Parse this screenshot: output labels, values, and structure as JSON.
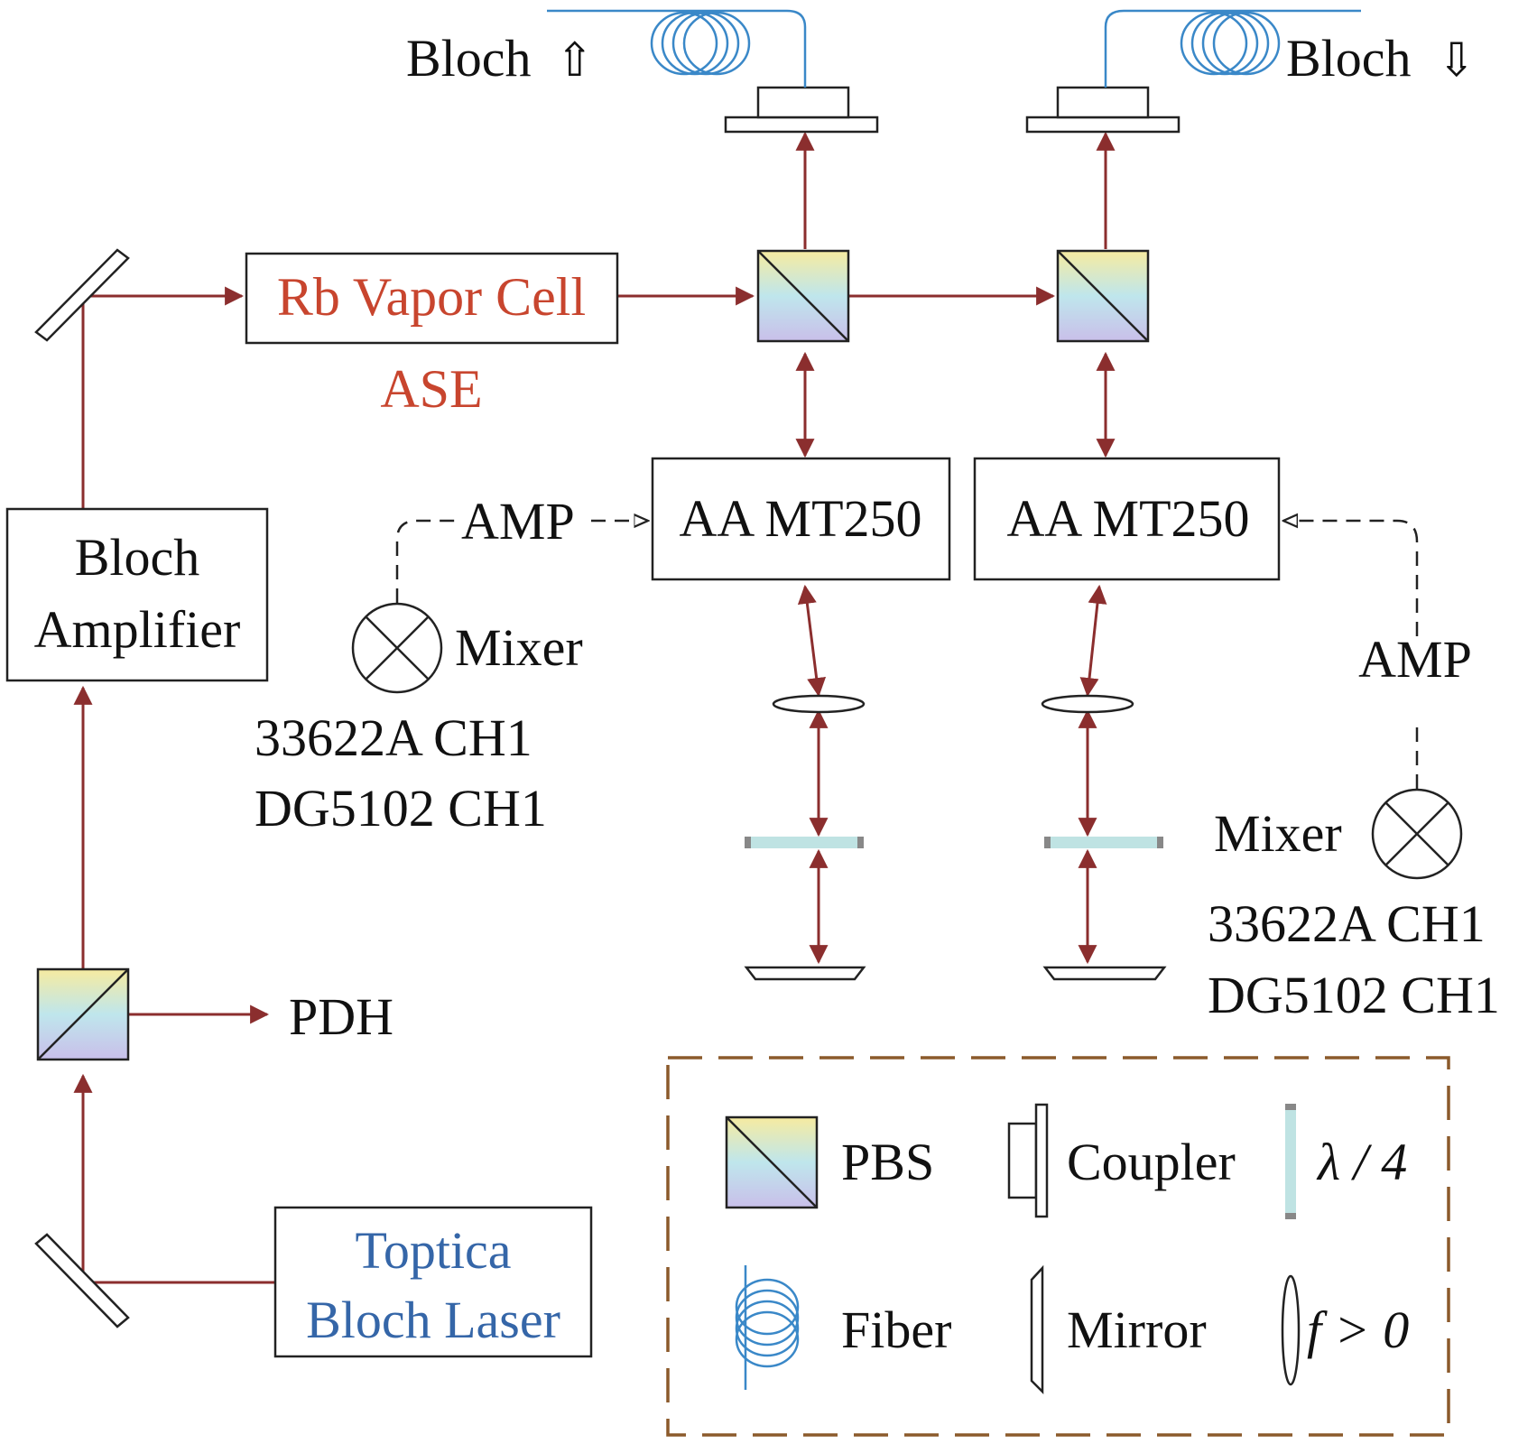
{
  "components": {
    "toptica_laser": {
      "line1": "Toptica",
      "line2": "Bloch Laser"
    },
    "amplifier": {
      "line1": "Bloch",
      "line2": "Amplifier"
    },
    "vapor_cell": {
      "label": "Rb Vapor Cell",
      "sub_label": "ASE"
    },
    "pdh_label": "PDH",
    "fiber_out_up": {
      "label": "Bloch",
      "arrow": "⇧"
    },
    "fiber_out_down": {
      "label": "Bloch",
      "arrow": "⇩"
    },
    "aom_left": {
      "label": "AA MT250"
    },
    "aom_right": {
      "label": "AA MT250"
    },
    "mixer_left": {
      "label": "Mixer",
      "amp_label": "AMP",
      "source_line1": "33622A CH1",
      "source_line2": "DG5102 CH1"
    },
    "mixer_right": {
      "label": "Mixer",
      "amp_label": "AMP",
      "source_line1": "33622A CH1",
      "source_line2": "DG5102 CH1"
    }
  },
  "legend": {
    "pbs": "PBS",
    "coupler": "Coupler",
    "quarter_wave": "λ / 4",
    "fiber": "Fiber",
    "mirror": "Mirror",
    "lens": "f > 0"
  },
  "colors": {
    "beam": "#8B2E2E",
    "box_border": "#222222",
    "fiber": "#3A88C8",
    "vapor_text": "#C8452E",
    "toptica_text": "#3566A8",
    "legend_border": "#8B5A2B",
    "waveplate": "#BFE3E3"
  }
}
